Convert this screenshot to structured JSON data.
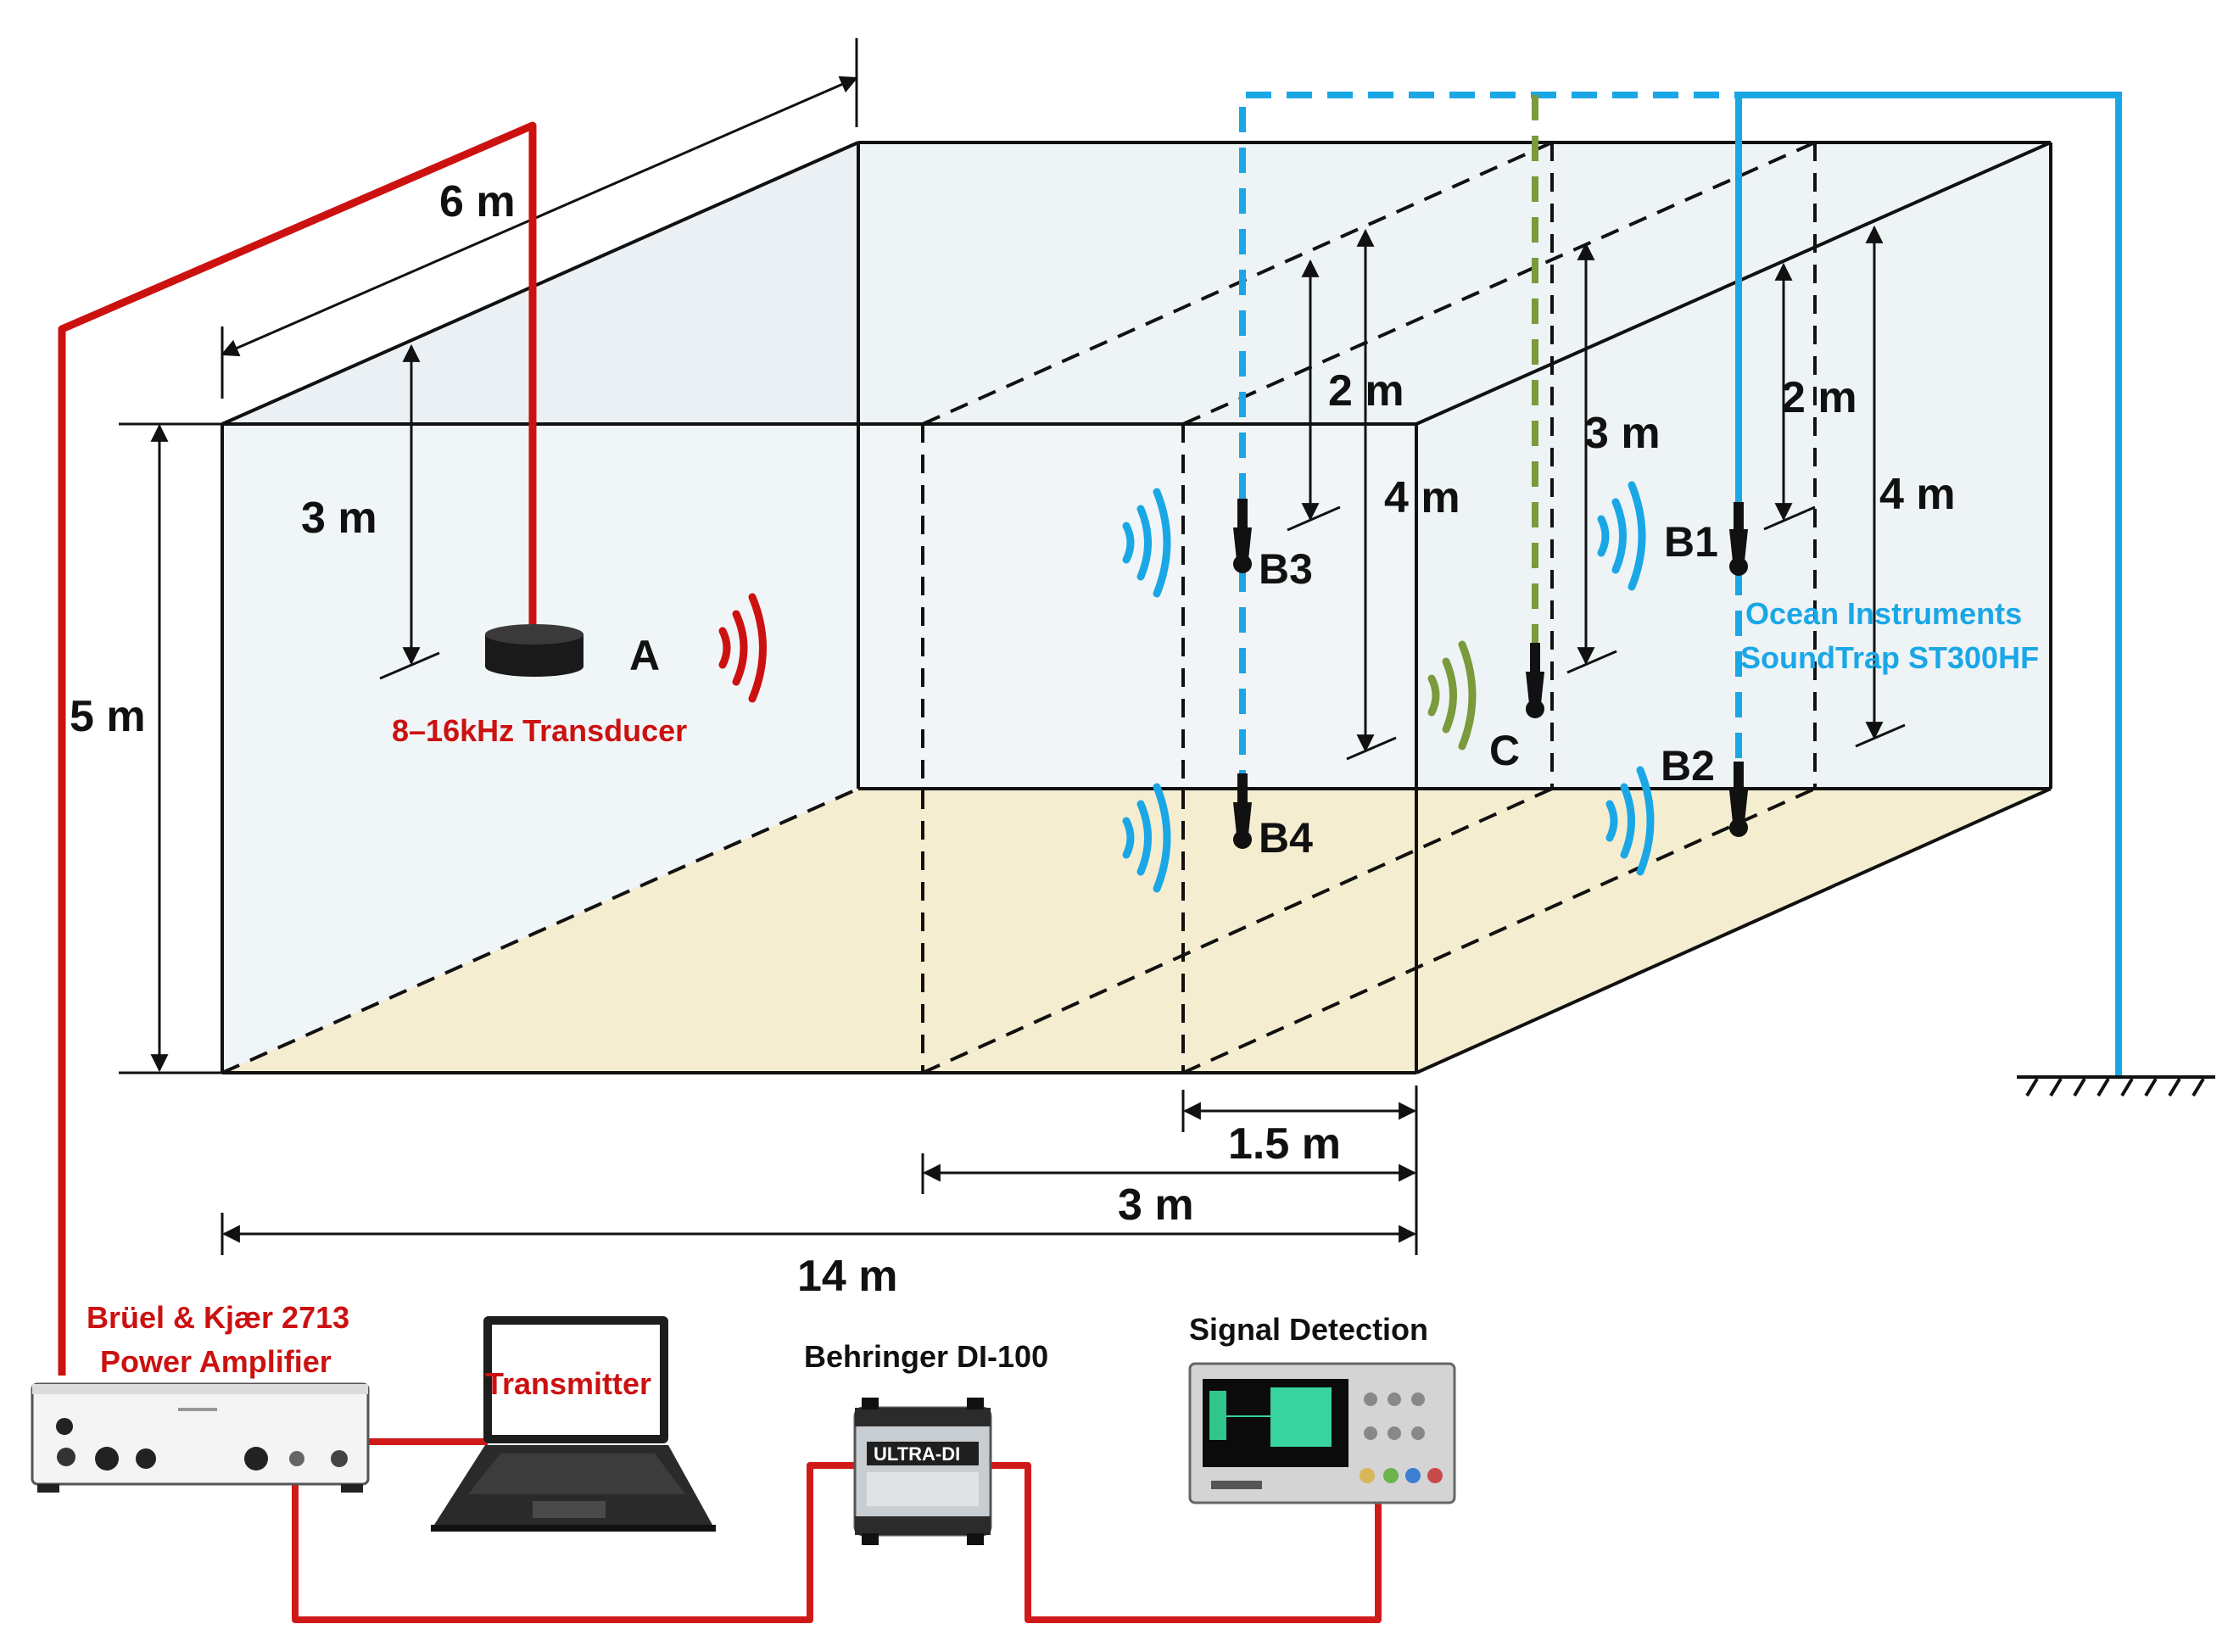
{
  "dimensions": {
    "length": "14 m",
    "width": "6 m",
    "depth": "5 m",
    "transducer_depth": "3 m",
    "section_3m": "3 m",
    "section_1_5m": "1.5 m",
    "b3_depth": "2 m",
    "b4_depth": "4 m",
    "c_depth": "3 m",
    "b1_depth": "2 m",
    "b2_depth": "4 m"
  },
  "nodes": {
    "a": "A",
    "b1": "B1",
    "b2": "B2",
    "b3": "B3",
    "b4": "B4",
    "c": "C"
  },
  "captions": {
    "transducer": "8–16kHz Transducer",
    "recorder_line1": "Ocean Instruments",
    "recorder_line2": "SoundTrap ST300HF",
    "amplifier_line1": "Brüel & Kjær 2713",
    "amplifier_line2": "Power Amplifier",
    "transmitter": "Transmitter",
    "di_box": "Behringer DI-100",
    "di_box_face": "ULTRA-DI",
    "oscilloscope": "Signal Detection"
  },
  "colors": {
    "source": "#cc1111",
    "receiver_b": "#1aa7e6",
    "receiver_c": "#7a9a3c",
    "tank_wall": "#eef3f6",
    "tank_floor": "#f5edcf"
  }
}
